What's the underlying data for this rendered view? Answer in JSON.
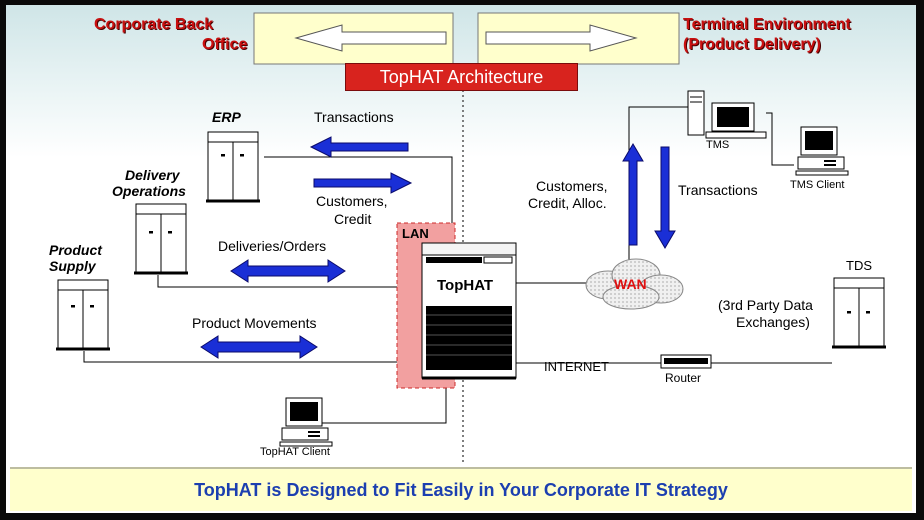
{
  "header": {
    "left_title_line1": "Corporate Back",
    "left_title_line2": "Office",
    "right_title_line1": "Terminal Environment",
    "right_title_line2": "(Product Delivery)",
    "banner": "TopHAT Architecture"
  },
  "left": {
    "erp": "ERP",
    "delivery_line1": "Delivery",
    "delivery_line2": "Operations",
    "product_line1": "Product",
    "product_line2": "Supply",
    "transactions": "Transactions",
    "customers_line1": "Customers,",
    "customers_line2": "Credit",
    "deliveries_orders": "Deliveries/Orders",
    "product_movements": "Product Movements"
  },
  "center": {
    "lan": "LAN",
    "tophat": "TopHAT",
    "tophat_client": "TopHAT Client",
    "internet": "INTERNET"
  },
  "right": {
    "tms": "TMS",
    "tms_client": "TMS Client",
    "customers_line1": "Customers,",
    "customers_line2": "Credit, Alloc.",
    "transactions": "Transactions",
    "wan": "WAN",
    "tds": "TDS",
    "third_party_line1": "(3rd Party Data",
    "third_party_line2": "Exchanges)",
    "router": "Router"
  },
  "footer": {
    "text": "TopHAT is Designed to Fit Easily in Your Corporate IT Strategy"
  },
  "colors": {
    "accent_red": "#d8231e",
    "arrow_blue": "#1a2fd6",
    "footer_bg": "#ffffcc",
    "footer_text": "#1c3fb0"
  }
}
